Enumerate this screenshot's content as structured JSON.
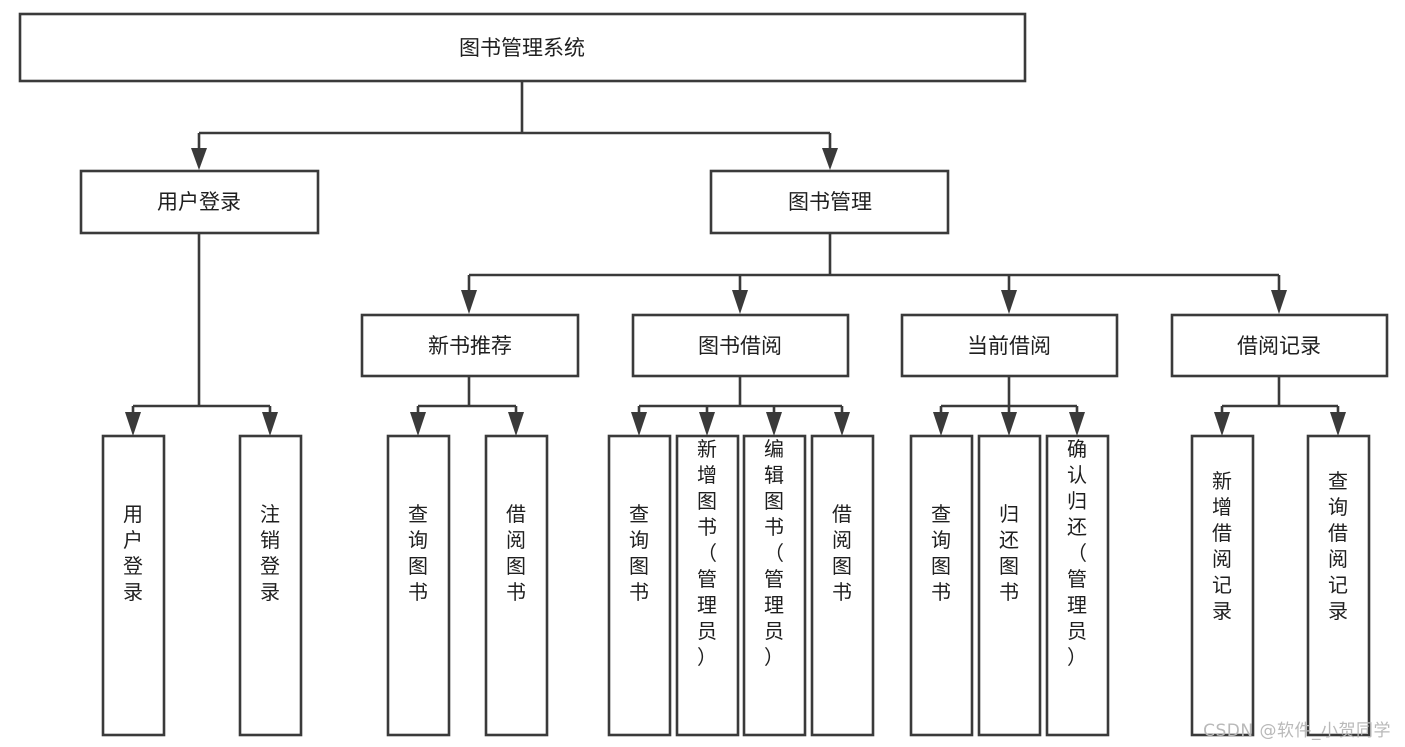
{
  "diagram": {
    "title": "图书管理系统",
    "type": "tree-hierarchy",
    "watermark": "CSDN @软件_小贺同学",
    "colors": {
      "stroke": "#3a3a3a",
      "fill": "#ffffff",
      "text": "#1f1f1f",
      "watermark": "#b9b9b9"
    },
    "root": {
      "label": "图书管理系统"
    },
    "level2": [
      {
        "label": "用户登录"
      },
      {
        "label": "图书管理"
      }
    ],
    "level3": [
      {
        "label": "新书推荐"
      },
      {
        "label": "图书借阅"
      },
      {
        "label": "当前借阅"
      },
      {
        "label": "借阅记录"
      }
    ],
    "leaves": {
      "user_login": [
        {
          "label": "用户登录"
        },
        {
          "label": "注销登录"
        }
      ],
      "new_book_recommend": [
        {
          "label": "查询图书"
        },
        {
          "label": "借阅图书"
        }
      ],
      "book_borrow": [
        {
          "label": "查询图书"
        },
        {
          "label": "新增图书（管理员）"
        },
        {
          "label": "编辑图书（管理员）"
        },
        {
          "label": "借阅图书"
        }
      ],
      "current_borrow": [
        {
          "label": "查询图书"
        },
        {
          "label": "归还图书"
        },
        {
          "label": "确认归还（管理员）"
        }
      ],
      "borrow_records": [
        {
          "label": "新增借阅记录"
        },
        {
          "label": "查询借阅记录"
        }
      ]
    }
  }
}
